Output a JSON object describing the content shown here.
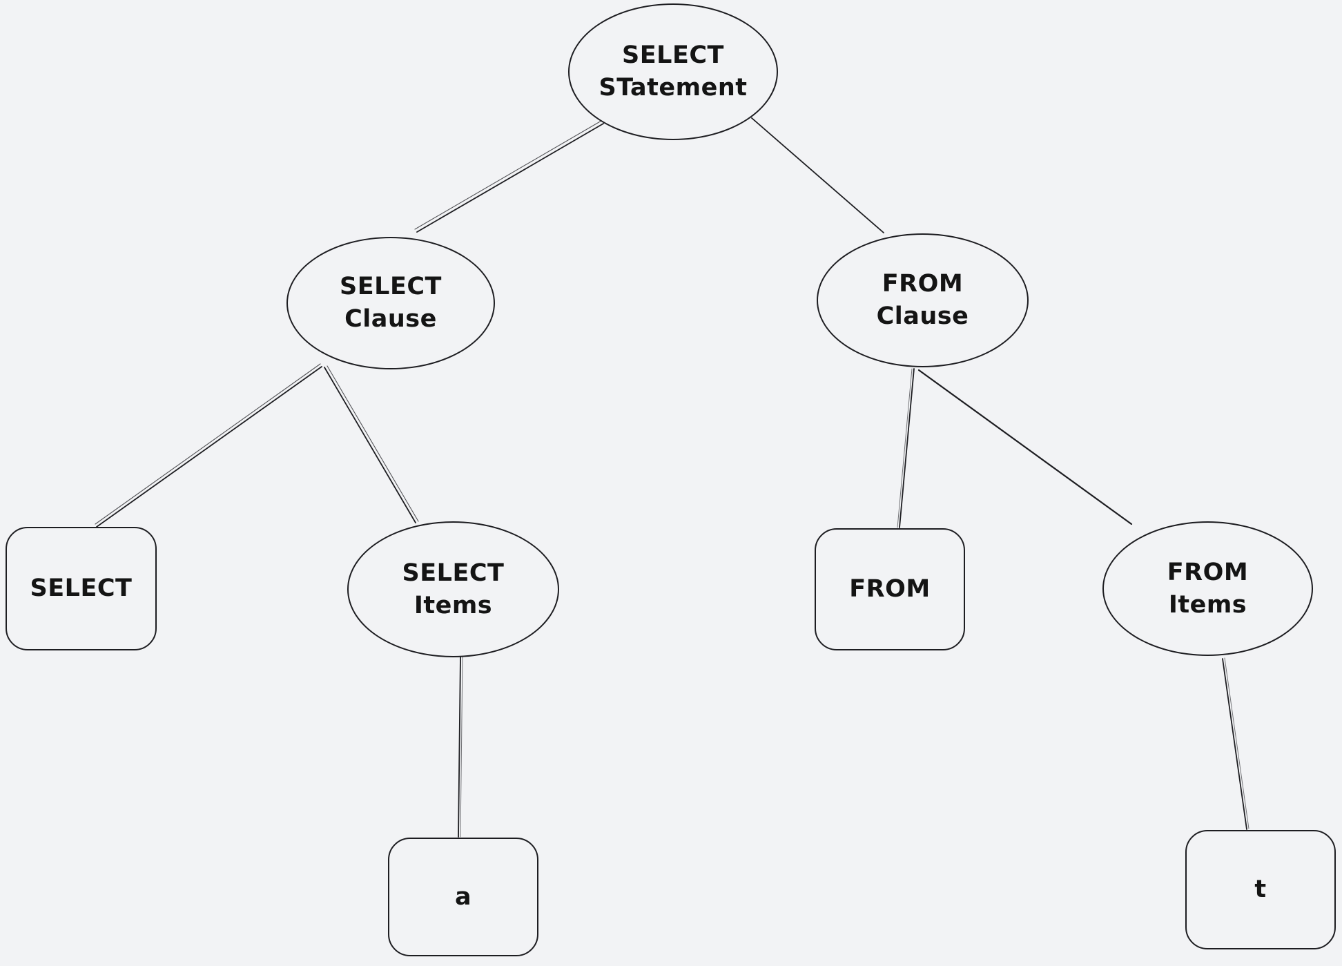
{
  "colors": {
    "background": "#f2f3f5",
    "stroke": "#1d1d21",
    "text": "#141414"
  },
  "diagram": {
    "nodes": {
      "select_statement": {
        "shape": "ellipse",
        "lines": [
          "SELECT",
          "STatement"
        ]
      },
      "select_clause": {
        "shape": "ellipse",
        "lines": [
          "SELECT",
          "Clause"
        ]
      },
      "from_clause": {
        "shape": "ellipse",
        "lines": [
          "FROM",
          "Clause"
        ]
      },
      "select_keyword": {
        "shape": "rectangle",
        "lines": [
          "SELECT"
        ]
      },
      "select_items": {
        "shape": "ellipse",
        "lines": [
          "SELECT",
          "Items"
        ]
      },
      "from_keyword": {
        "shape": "rectangle",
        "lines": [
          "FROM"
        ]
      },
      "from_items": {
        "shape": "ellipse",
        "lines": [
          "FROM",
          "Items"
        ]
      },
      "item_a": {
        "shape": "rectangle",
        "lines": [
          "a"
        ]
      },
      "item_t": {
        "shape": "rectangle",
        "lines": [
          "t"
        ]
      }
    },
    "edges": [
      {
        "from": "select_statement",
        "to": "select_clause"
      },
      {
        "from": "select_statement",
        "to": "from_clause"
      },
      {
        "from": "select_clause",
        "to": "select_keyword"
      },
      {
        "from": "select_clause",
        "to": "select_items"
      },
      {
        "from": "from_clause",
        "to": "from_keyword"
      },
      {
        "from": "from_clause",
        "to": "from_items"
      },
      {
        "from": "select_items",
        "to": "item_a"
      },
      {
        "from": "from_items",
        "to": "item_t"
      }
    ]
  }
}
